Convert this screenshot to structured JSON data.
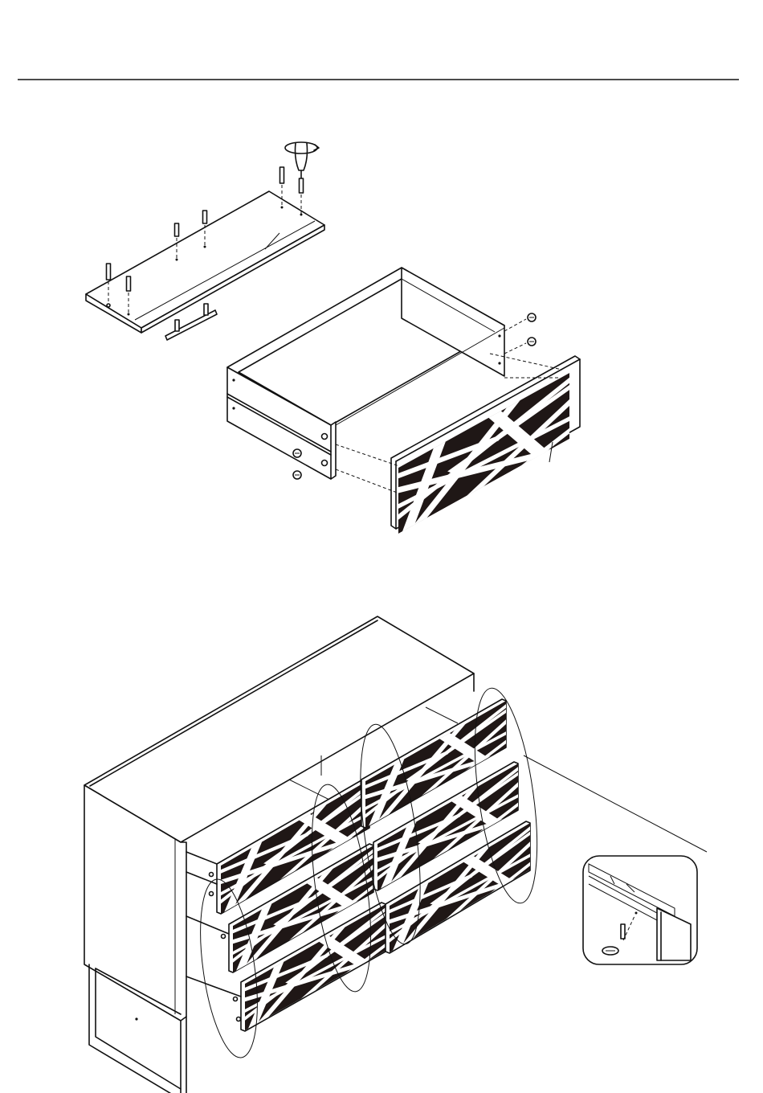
{
  "document": {
    "type": "assembly-instructions-page",
    "has_header_rule": true,
    "steps": [
      {
        "id": "upper",
        "depicts": "drawer-bottom-panel-screwing-and-front-panel-attachment",
        "icons": [
          "screwdriver-icon",
          "screw-icon",
          "cam-lock-icon",
          "dowel-icon"
        ]
      },
      {
        "id": "lower",
        "depicts": "dresser-with-six-drawers-inserted",
        "icons": [
          "rail-detail-callout-icon",
          "screw-icon"
        ]
      }
    ]
  },
  "colors": {
    "line": "#111111",
    "panel_fill": "#1f1716",
    "pattern": "#ffffff",
    "background": "#ffffff"
  }
}
